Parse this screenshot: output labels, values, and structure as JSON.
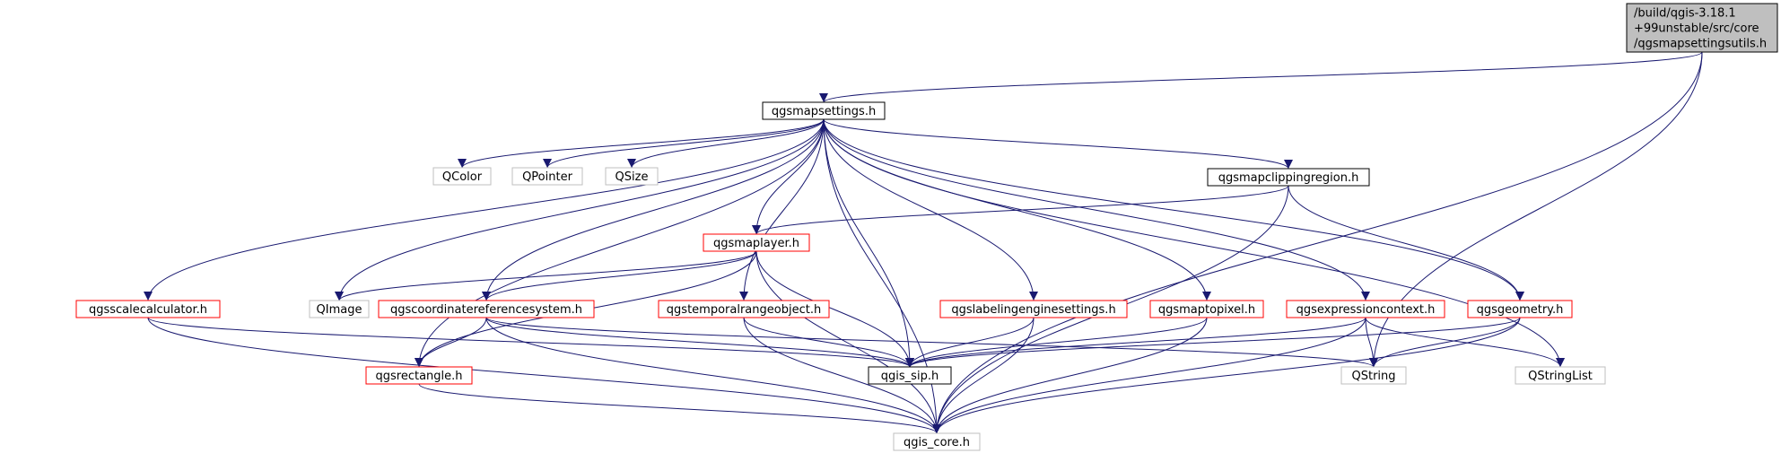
{
  "graph": {
    "nodes": [
      {
        "id": "root",
        "lines": [
          "/build/qgis-3.18.1",
          "+99unstable/src/core",
          "/qgsmapsettingsutils.h"
        ],
        "style": "focus"
      },
      {
        "id": "qgsmapsettings",
        "lines": [
          "qgsmapsettings.h"
        ],
        "style": "black"
      },
      {
        "id": "qcolor",
        "lines": [
          "QColor"
        ],
        "style": "gray"
      },
      {
        "id": "qpointer",
        "lines": [
          "QPointer"
        ],
        "style": "gray"
      },
      {
        "id": "qsize",
        "lines": [
          "QSize"
        ],
        "style": "gray"
      },
      {
        "id": "qgsmapclippingregion",
        "lines": [
          "qgsmapclippingregion.h"
        ],
        "style": "black"
      },
      {
        "id": "qgsmaplayer",
        "lines": [
          "qgsmaplayer.h"
        ],
        "style": "red"
      },
      {
        "id": "qimage",
        "lines": [
          "QImage"
        ],
        "style": "gray"
      },
      {
        "id": "qgsscalecalculator",
        "lines": [
          "qgsscalecalculator.h"
        ],
        "style": "red"
      },
      {
        "id": "qgscoordinatereferencesystem",
        "lines": [
          "qgscoordinatereferencesystem.h"
        ],
        "style": "red"
      },
      {
        "id": "qgstemporalrangeobject",
        "lines": [
          "qgstemporalrangeobject.h"
        ],
        "style": "red"
      },
      {
        "id": "qgslabelingenginesettings",
        "lines": [
          "qgslabelingenginesettings.h"
        ],
        "style": "red"
      },
      {
        "id": "qgsmaptopixel",
        "lines": [
          "qgsmaptopixel.h"
        ],
        "style": "red"
      },
      {
        "id": "qgsexpressioncontext",
        "lines": [
          "qgsexpressioncontext.h"
        ],
        "style": "red"
      },
      {
        "id": "qgsgeometry",
        "lines": [
          "qgsgeometry.h"
        ],
        "style": "red"
      },
      {
        "id": "qgsrectangle",
        "lines": [
          "qgsrectangle.h"
        ],
        "style": "red"
      },
      {
        "id": "qgis_sip",
        "lines": [
          "qgis_sip.h"
        ],
        "style": "black"
      },
      {
        "id": "qstring",
        "lines": [
          "QString"
        ],
        "style": "gray"
      },
      {
        "id": "qstringlist",
        "lines": [
          "QStringList"
        ],
        "style": "gray"
      },
      {
        "id": "qgis_core",
        "lines": [
          "qgis_core.h"
        ],
        "style": "gray"
      }
    ],
    "edges": [
      [
        "root",
        "qgsmapsettings"
      ],
      [
        "root",
        "qstring"
      ],
      [
        "root",
        "qgis_core"
      ],
      [
        "qgsmapsettings",
        "qcolor"
      ],
      [
        "qgsmapsettings",
        "qpointer"
      ],
      [
        "qgsmapsettings",
        "qsize"
      ],
      [
        "qgsmapsettings",
        "qgsmapclippingregion"
      ],
      [
        "qgsmapsettings",
        "qgsmaplayer"
      ],
      [
        "qgsmapsettings",
        "qimage"
      ],
      [
        "qgsmapsettings",
        "qgsscalecalculator"
      ],
      [
        "qgsmapsettings",
        "qgscoordinatereferencesystem"
      ],
      [
        "qgsmapsettings",
        "qgstemporalrangeobject"
      ],
      [
        "qgsmapsettings",
        "qgis_sip"
      ],
      [
        "qgsmapsettings",
        "qgslabelingenginesettings"
      ],
      [
        "qgsmapsettings",
        "qgsmaptopixel"
      ],
      [
        "qgsmapsettings",
        "qgsexpressioncontext"
      ],
      [
        "qgsmapsettings",
        "qgsgeometry"
      ],
      [
        "qgsmapsettings",
        "qstringlist"
      ],
      [
        "qgsmapsettings",
        "qgsrectangle"
      ],
      [
        "qgsmapsettings",
        "qgis_core"
      ],
      [
        "qgsmapclippingregion",
        "qgsmaplayer"
      ],
      [
        "qgsmapclippingregion",
        "qgsgeometry"
      ],
      [
        "qgsmapclippingregion",
        "qgis_core"
      ],
      [
        "qgsmaplayer",
        "qimage"
      ],
      [
        "qgsmaplayer",
        "qgscoordinatereferencesystem"
      ],
      [
        "qgsmaplayer",
        "qgsrectangle"
      ],
      [
        "qgsmaplayer",
        "qgis_sip"
      ],
      [
        "qgsmaplayer",
        "qgis_core"
      ],
      [
        "qgsscalecalculator",
        "qgis_sip"
      ],
      [
        "qgsscalecalculator",
        "qgis_core"
      ],
      [
        "qgscoordinatereferencesystem",
        "qgsrectangle"
      ],
      [
        "qgscoordinatereferencesystem",
        "qgis_sip"
      ],
      [
        "qgscoordinatereferencesystem",
        "qstring"
      ],
      [
        "qgscoordinatereferencesystem",
        "qgis_core"
      ],
      [
        "qgstemporalrangeobject",
        "qgis_sip"
      ],
      [
        "qgstemporalrangeobject",
        "qgis_core"
      ],
      [
        "qgslabelingenginesettings",
        "qgis_sip"
      ],
      [
        "qgslabelingenginesettings",
        "qgis_core"
      ],
      [
        "qgsmaptopixel",
        "qgis_sip"
      ],
      [
        "qgsmaptopixel",
        "qgis_core"
      ],
      [
        "qgsexpressioncontext",
        "qgis_sip"
      ],
      [
        "qgsexpressioncontext",
        "qstring"
      ],
      [
        "qgsexpressioncontext",
        "qstringlist"
      ],
      [
        "qgsexpressioncontext",
        "qgis_core"
      ],
      [
        "qgsgeometry",
        "qgis_sip"
      ],
      [
        "qgsgeometry",
        "qstring"
      ],
      [
        "qgsgeometry",
        "qgis_core"
      ],
      [
        "qgsrectangle",
        "qgis_core"
      ]
    ]
  }
}
